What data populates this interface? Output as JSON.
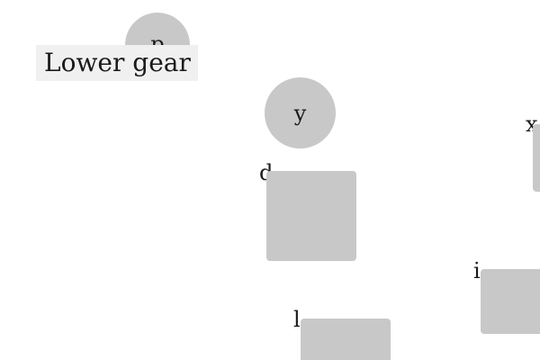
{
  "colors": {
    "background": "#ffffff",
    "shape_fill": "#c8c8c8",
    "tooltip_bg": "#f0f0f0",
    "text": "#1a1a1a"
  },
  "circles": [
    {
      "label": "p"
    },
    {
      "label": "y"
    }
  ],
  "squares": [
    {
      "label": "d"
    },
    {
      "label": "i"
    },
    {
      "label": "l"
    },
    {
      "label": "x"
    }
  ],
  "tooltip": {
    "text": "Lower gear"
  }
}
